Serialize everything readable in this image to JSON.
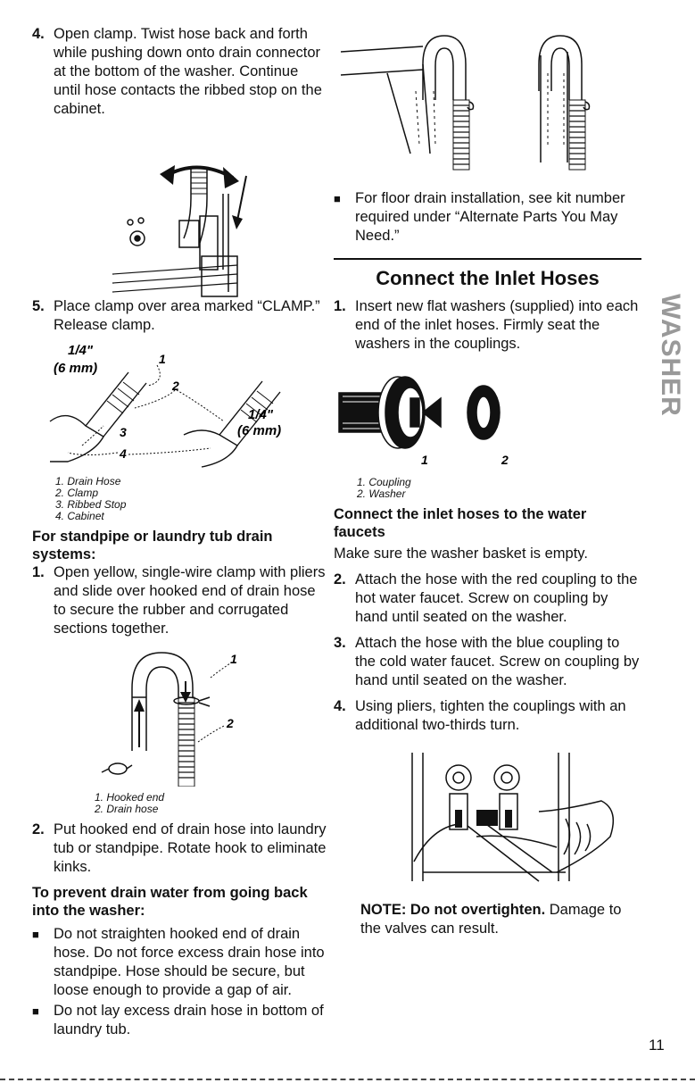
{
  "left": {
    "step4": {
      "num": "4.",
      "text": "Open clamp. Twist hose back and forth while pushing down onto drain connector at the bottom of the washer. Continue until hose contacts the ribbed stop on the cabinet."
    },
    "step5": {
      "num": "5.",
      "text": "Place clamp over area marked “CLAMP.” Release clamp."
    },
    "fig2": {
      "dim_top": "1/4\"",
      "dim_top_mm": "(6 mm)",
      "dim_right": "1/4\"",
      "dim_right_mm": "(6 mm)",
      "callouts": [
        "1",
        "2",
        "3",
        "4"
      ]
    },
    "legend1": [
      "1. Drain Hose",
      "2. Clamp",
      "3. Ribbed Stop",
      "4. Cabinet"
    ],
    "standpipe_heading": "For standpipe or laundry tub drain systems:",
    "sp_step1": {
      "num": "1.",
      "text": "Open yellow, single-wire clamp with pliers and slide over hooked end of drain hose to secure the rubber and corrugated sections together."
    },
    "fig3": {
      "callouts": [
        "1",
        "2"
      ]
    },
    "legend2": [
      "1. Hooked end",
      "2. Drain hose"
    ],
    "sp_step2": {
      "num": "2.",
      "text": "Put hooked end of drain hose into laundry tub or standpipe. Rotate hook to eliminate kinks."
    },
    "prevent_heading": "To prevent drain water from going back into the washer:",
    "bullets": [
      "Do not straighten hooked end of drain hose. Do not force excess drain hose into standpipe. Hose should be secure, but loose enough to provide a gap of air.",
      "Do not lay excess drain hose in bottom of laundry tub."
    ]
  },
  "right": {
    "floor_bullet": "For floor drain installation, see kit number required under “Alternate Parts You May Need.”",
    "section_title": "Connect the Inlet Hoses",
    "step1": {
      "num": "1.",
      "text": "Insert new flat washers (supplied) into each end of the inlet hoses. Firmly seat the washers in the couplings."
    },
    "fig_coupling": {
      "callouts": [
        "1",
        "2"
      ]
    },
    "legend3": [
      "1. Coupling",
      "2. Washer"
    ],
    "faucets_heading": "Connect the inlet hoses to the water faucets",
    "empty_text": "Make sure the washer basket is empty.",
    "step2": {
      "num": "2.",
      "text": "Attach the hose with the red coupling to the hot water faucet. Screw on coupling by hand until seated on the washer."
    },
    "step3": {
      "num": "3.",
      "text": "Attach the hose with the blue coupling to the cold water faucet. Screw on coupling by hand until seated on the washer."
    },
    "step4": {
      "num": "4.",
      "text": "Using pliers, tighten the couplings with an additional two-thirds turn."
    },
    "note_label": "NOTE: Do not overtighten.",
    "note_text": " Damage to the valves can result."
  },
  "tab_label": "WASHER",
  "page_number": "11",
  "icons": {
    "bullet": "black-square"
  }
}
